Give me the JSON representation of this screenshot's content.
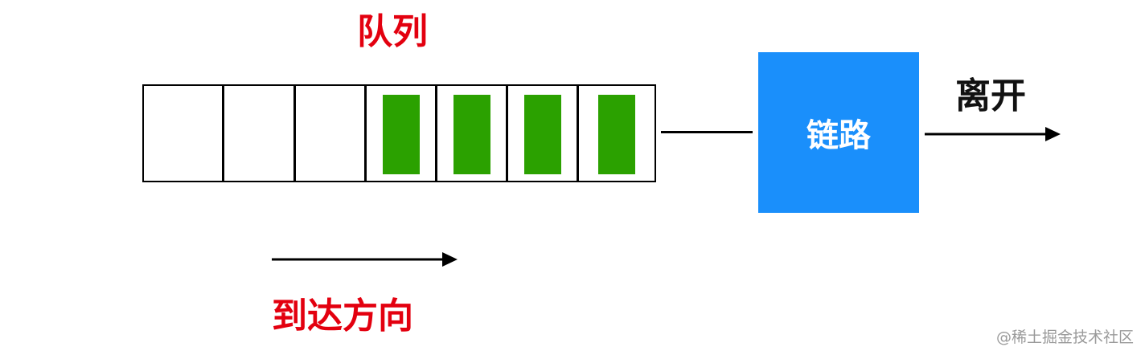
{
  "diagram": {
    "queue_title": "队列",
    "arrival_direction_label": "到达方向",
    "link_label": "链路",
    "leave_label": "离开",
    "watermark": "@稀土掘金技术社区",
    "queue_slots": [
      {
        "occupied": false
      },
      {
        "occupied": false
      },
      {
        "occupied": false
      },
      {
        "occupied": true
      },
      {
        "occupied": true
      },
      {
        "occupied": true
      },
      {
        "occupied": true
      }
    ],
    "colors": {
      "packet": "#2ba100",
      "link": "#1a8ffb",
      "title_red": "#e3000f"
    }
  }
}
